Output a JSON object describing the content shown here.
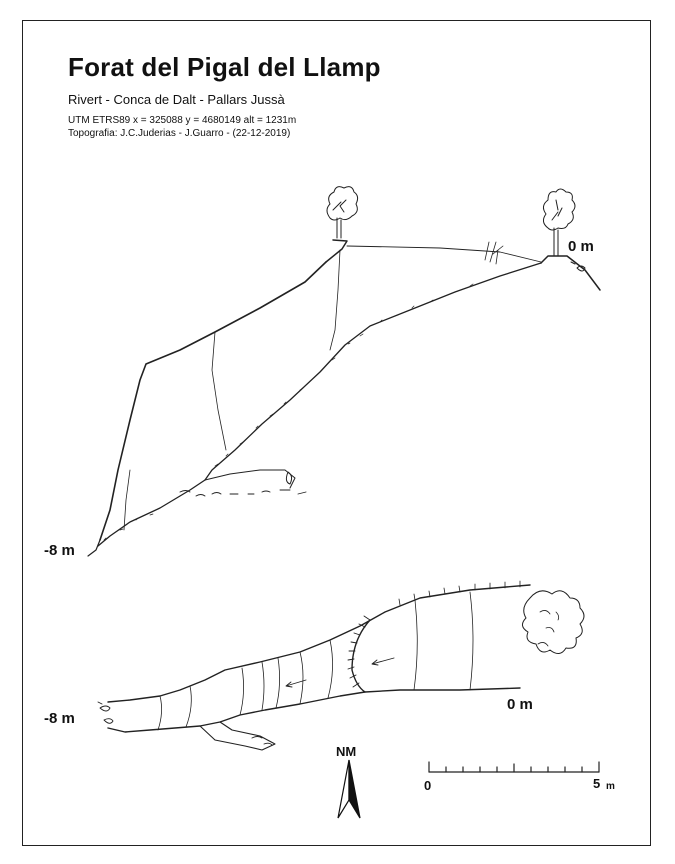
{
  "header": {
    "title": "Forat del Pigal del Llamp",
    "subtitle": "Rivert - Conca de Dalt - Pallars Jussà",
    "utm": "UTM ETRS89  x = 325088   y = 4680149   alt = 1231m",
    "topography": "Topografia: J.C.Juderias - J.Guarro - (22-12-2019)"
  },
  "profile": {
    "top_depth_label": "0 m",
    "bottom_depth_label": "-8 m"
  },
  "plan": {
    "entrance_label": "0 m",
    "end_label": "-8 m"
  },
  "north_arrow": {
    "label": "NM",
    "icon": "north-arrow-icon"
  },
  "scale_bar": {
    "start_label": "0",
    "end_label": "5",
    "unit": "m",
    "divisions": 10
  }
}
